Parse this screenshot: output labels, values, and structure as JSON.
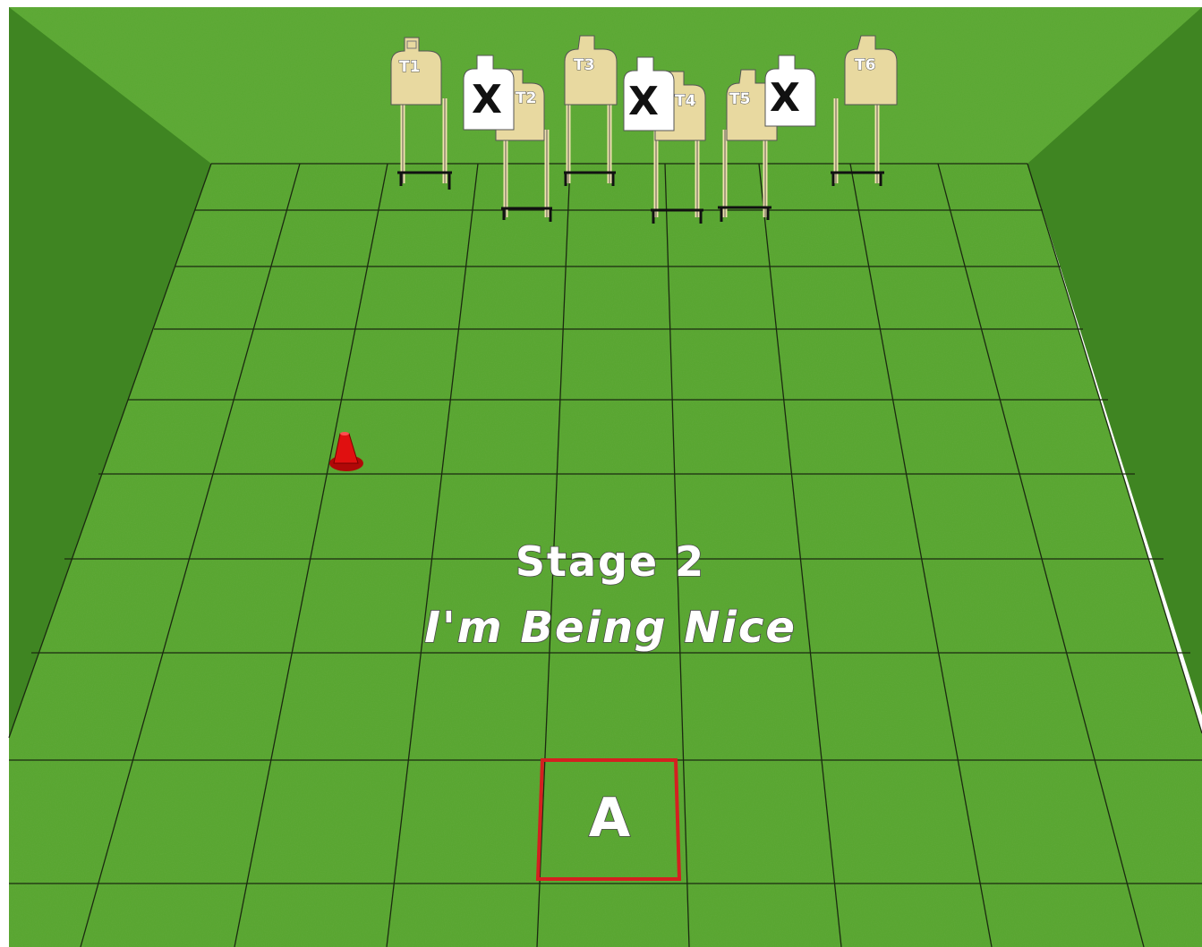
{
  "stage": {
    "title": "Stage 2",
    "subtitle": "I'm Being Nice"
  },
  "shooting_box": {
    "label": "A",
    "border_color": "#d42020"
  },
  "targets": [
    {
      "label": "T1"
    },
    {
      "label": "T2"
    },
    {
      "label": "T3"
    },
    {
      "label": "T4"
    },
    {
      "label": "T5"
    },
    {
      "label": "T6"
    }
  ],
  "no_shoots": [
    {
      "mark": "X"
    },
    {
      "mark": "X"
    },
    {
      "mark": "X"
    }
  ],
  "props": {
    "cone_color": "#e01010",
    "grass_color": "#4f9a2a",
    "target_color": "#e8d9a0"
  }
}
